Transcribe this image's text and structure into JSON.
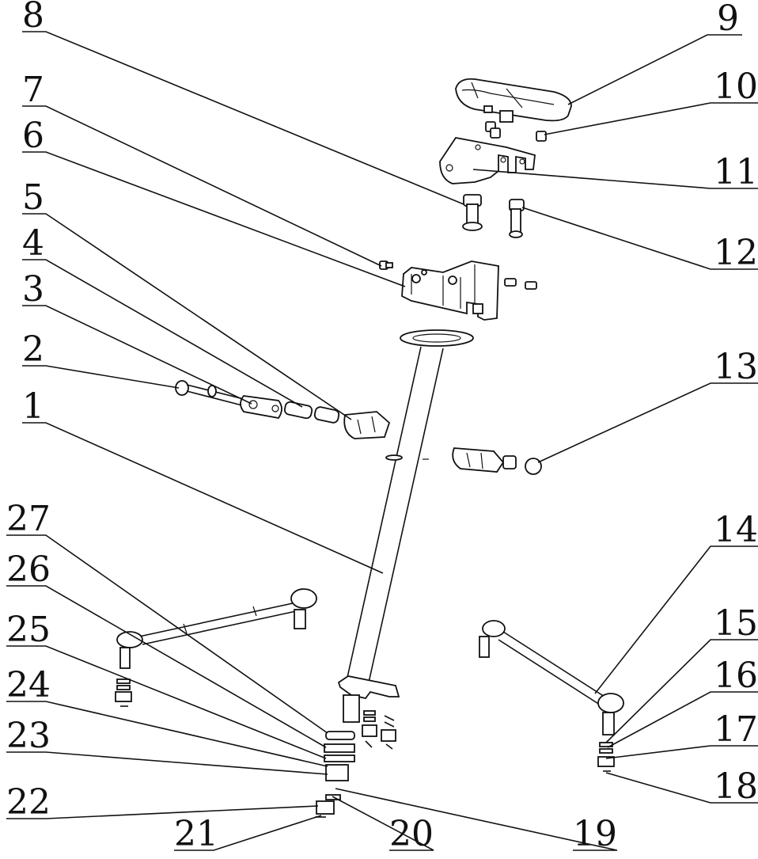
{
  "diagram": {
    "callouts": [
      {
        "id": "c8",
        "label": "8"
      },
      {
        "id": "c7",
        "label": "7"
      },
      {
        "id": "c6",
        "label": "6"
      },
      {
        "id": "c5",
        "label": "5"
      },
      {
        "id": "c4",
        "label": "4"
      },
      {
        "id": "c3",
        "label": "3"
      },
      {
        "id": "c2",
        "label": "2"
      },
      {
        "id": "c1",
        "label": "1"
      },
      {
        "id": "c27",
        "label": "27"
      },
      {
        "id": "c26",
        "label": "26"
      },
      {
        "id": "c25",
        "label": "25"
      },
      {
        "id": "c24",
        "label": "24"
      },
      {
        "id": "c23",
        "label": "23"
      },
      {
        "id": "c22",
        "label": "22"
      },
      {
        "id": "c21",
        "label": "21"
      },
      {
        "id": "c20",
        "label": "20"
      },
      {
        "id": "c19",
        "label": "19"
      },
      {
        "id": "c9",
        "label": "9"
      },
      {
        "id": "c10",
        "label": "10"
      },
      {
        "id": "c11",
        "label": "11"
      },
      {
        "id": "c12",
        "label": "12"
      },
      {
        "id": "c13",
        "label": "13"
      },
      {
        "id": "c14",
        "label": "14"
      },
      {
        "id": "c15",
        "label": "15"
      },
      {
        "id": "c16",
        "label": "16"
      },
      {
        "id": "c17",
        "label": "17"
      },
      {
        "id": "c18",
        "label": "18"
      }
    ]
  }
}
